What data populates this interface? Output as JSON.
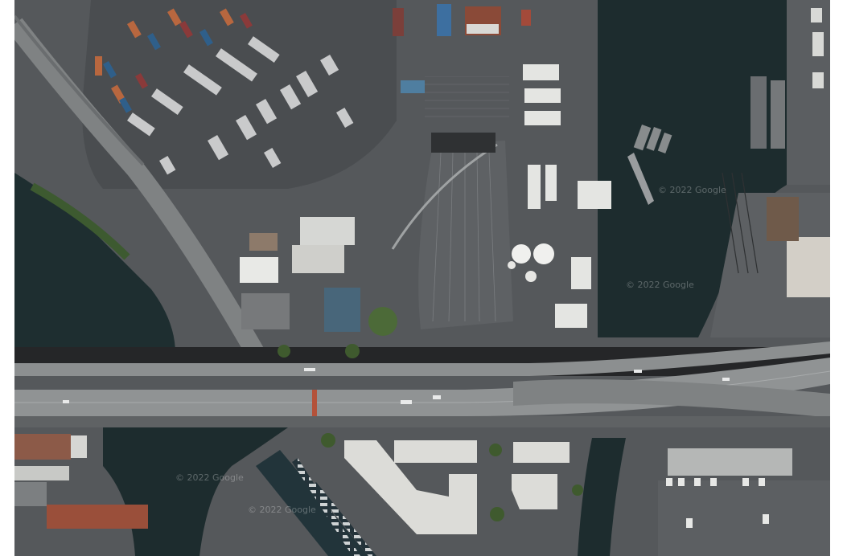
{
  "map": {
    "type": "satellite-imagery",
    "watermarks": [
      "© 2022 Google",
      "© 2022 Google",
      "© 2022 Google",
      "© 2022 Google"
    ]
  },
  "colors": {
    "water": "#1d2c2e",
    "pavement": "#5a5d60",
    "pavement_dark": "#46494c",
    "highway": "#8d9091",
    "vegetation": "#3f5a2e",
    "roof_white": "#e6e7e4",
    "roof_rust": "#9a4f3a"
  }
}
